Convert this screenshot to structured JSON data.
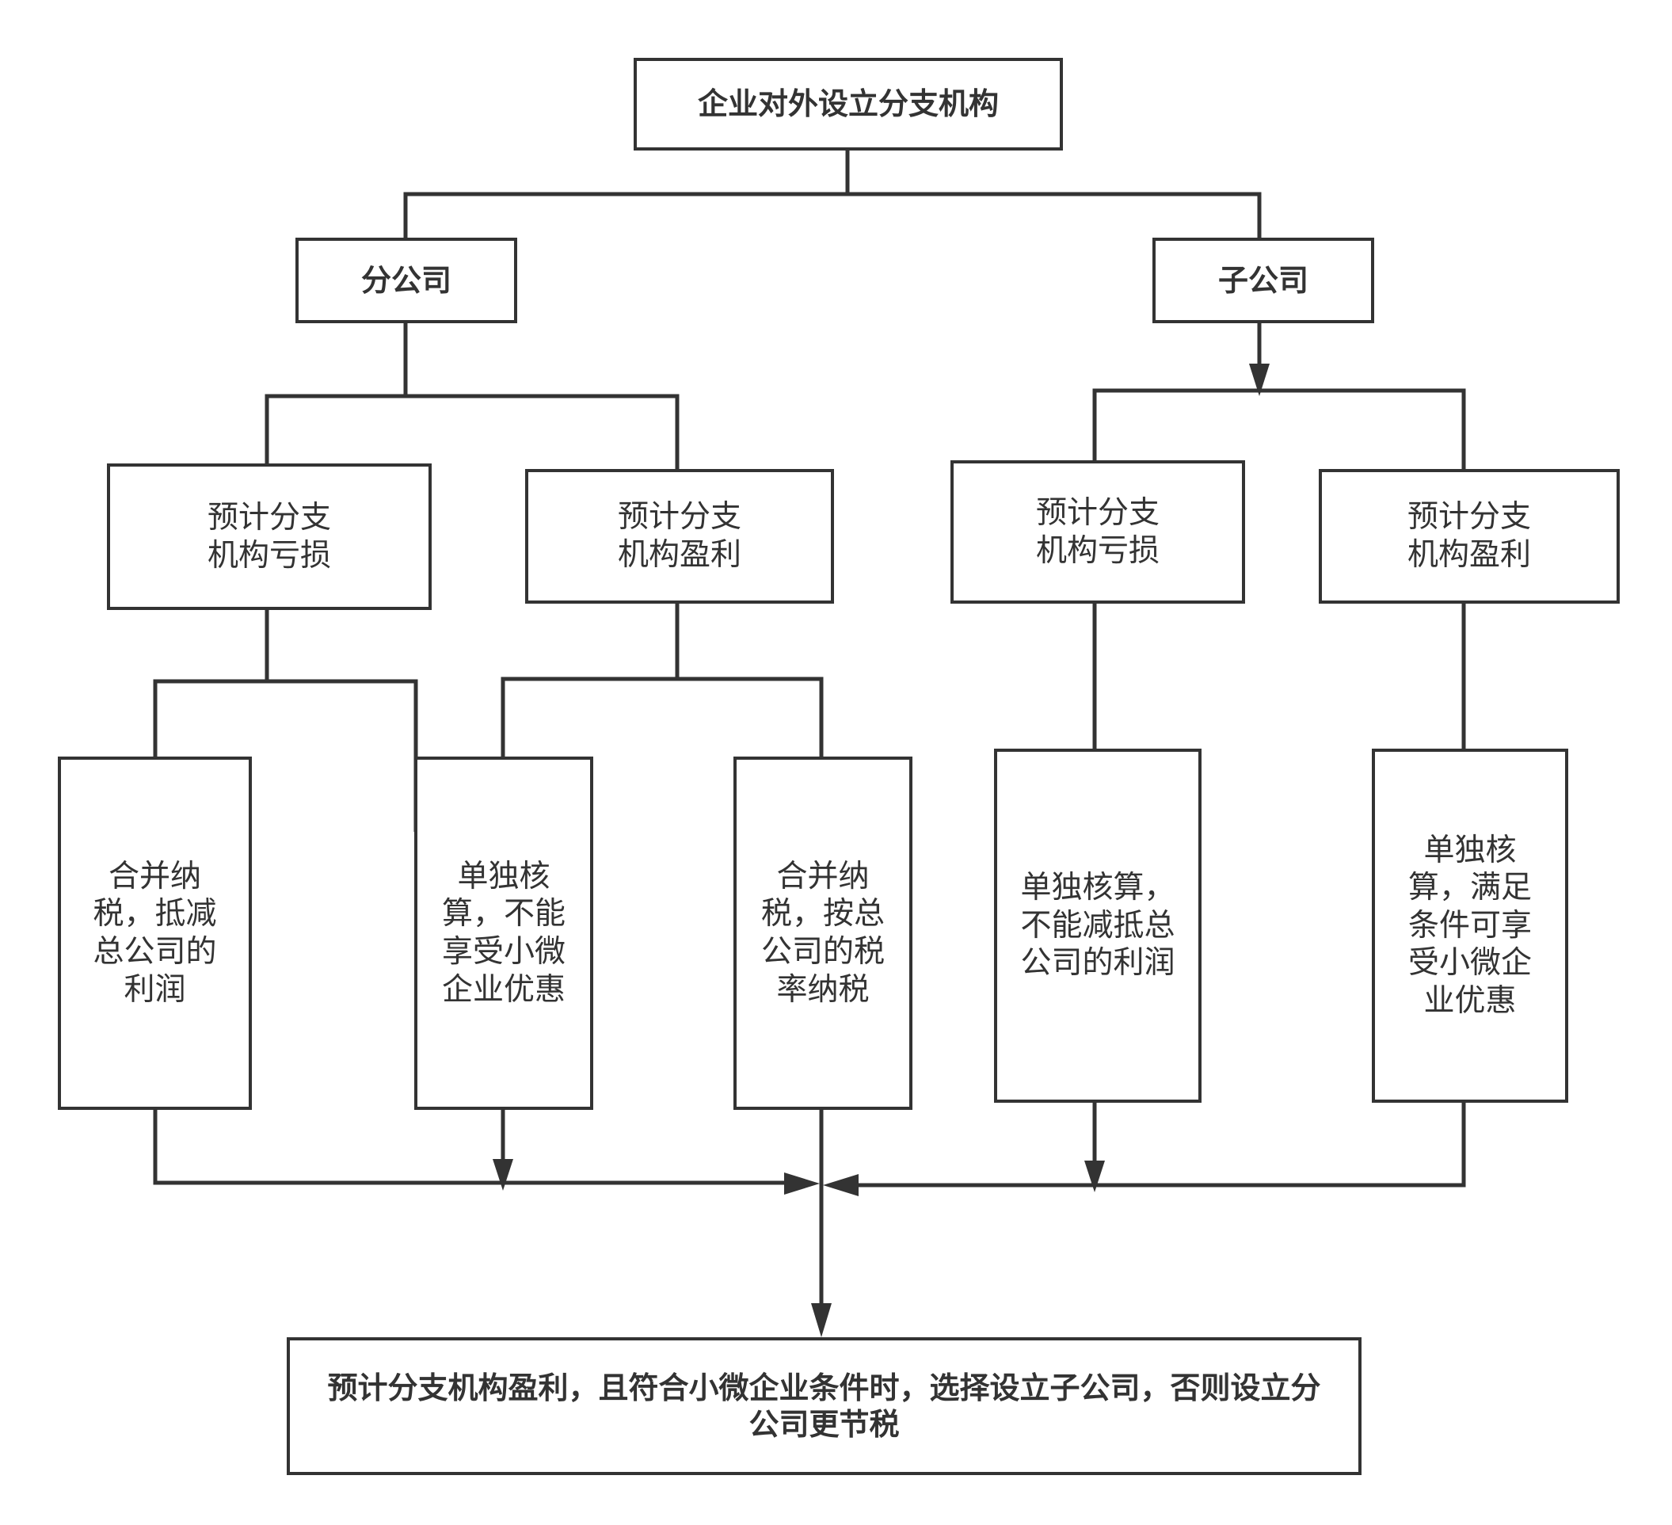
{
  "root": {
    "label": "企业对外设立分支机构"
  },
  "branch": {
    "label": "分公司",
    "loss": {
      "label": "预计分支\n机构亏损"
    },
    "profit": {
      "label": "预计分支\n机构盈利"
    },
    "outcome_loss_consolidated": {
      "label": "合并纳\n税，抵减\n总公司的\n利润"
    },
    "outcome_loss_separate": {
      "label": "单独核\n算，不能\n享受小微\n企业优惠"
    },
    "outcome_profit_consolidated": {
      "label": "合并纳\n税，按总\n公司的税\n率纳税"
    }
  },
  "subsidiary": {
    "label": "子公司",
    "loss": {
      "label": "预计分支\n机构亏损"
    },
    "profit": {
      "label": "预计分支\n机构盈利"
    },
    "outcome_loss": {
      "label": "单独核算，\n不能减抵总\n公司的利润"
    },
    "outcome_profit": {
      "label": "单独核\n算，满足\n条件可享\n受小微企\n业优惠"
    }
  },
  "conclusion": {
    "label": "预计分支机构盈利，且符合小微企业条件时，选择设立子公司，否则设立分\n公司更节税"
  }
}
